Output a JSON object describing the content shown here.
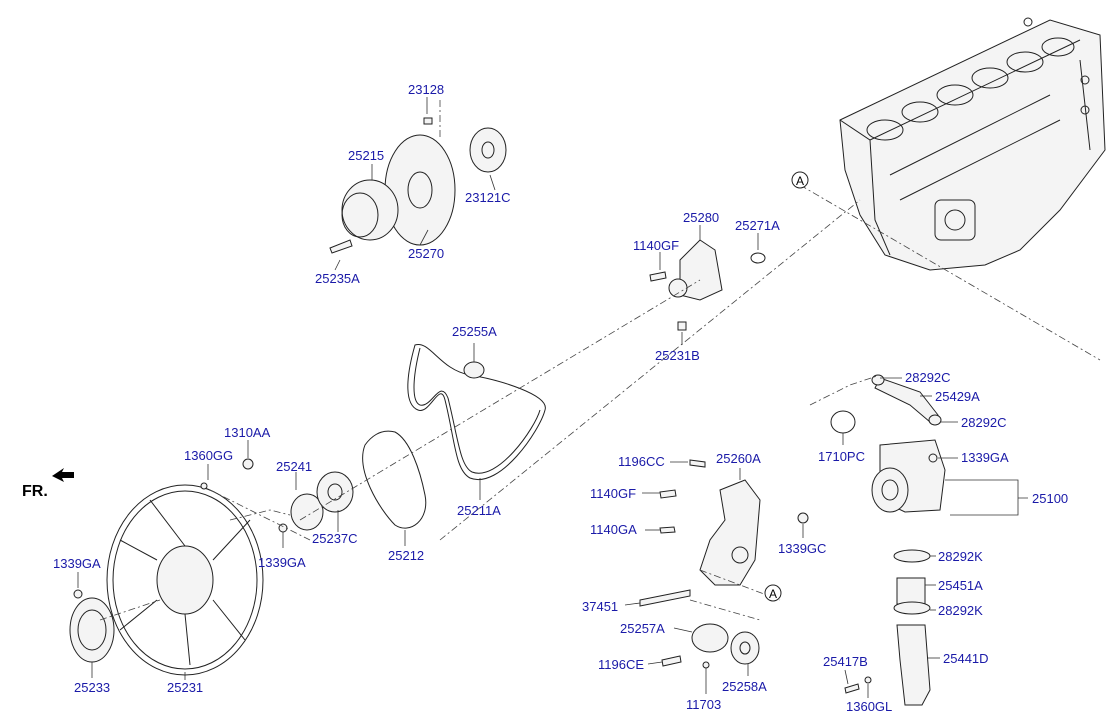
{
  "diagram": {
    "front_marker": "FR.",
    "ref_marker": "A",
    "parts": {
      "p23128": "23128",
      "p25215": "25215",
      "p23121C": "23121C",
      "p25270": "25270",
      "p25235A": "25235A",
      "p25280": "25280",
      "p1140GF_top": "1140GF",
      "p25271A": "25271A",
      "p25231B": "25231B",
      "p25255A": "25255A",
      "p28292C_top": "28292C",
      "p25429A": "25429A",
      "p28292C_mid": "28292C",
      "p1710PC": "1710PC",
      "p1339GA_right": "1339GA",
      "p25100": "25100",
      "p1310AA": "1310AA",
      "p1360GG": "1360GG",
      "p25241": "25241",
      "p1196CC": "1196CC",
      "p25260A": "25260A",
      "p1140GF_mid": "1140GF",
      "p25211A": "25211A",
      "p1140GA": "1140GA",
      "p1339GC": "1339GC",
      "p28292K_top": "28292K",
      "p25237C": "25237C",
      "p1339GA_mid": "1339GA",
      "p25212": "25212",
      "p25451A": "25451A",
      "p1339GA_left": "1339GA",
      "p37451": "37451",
      "p28292K_bot": "28292K",
      "p25257A": "25257A",
      "p25441D": "25441D",
      "p1196CE": "1196CE",
      "p25417B": "25417B",
      "p25233": "25233",
      "p25231": "25231",
      "p25258A": "25258A",
      "p11703": "11703",
      "p1360GL": "1360GL"
    }
  }
}
